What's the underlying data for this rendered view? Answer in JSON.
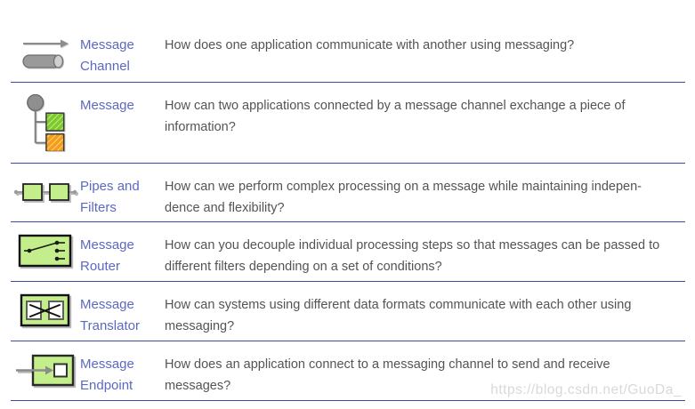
{
  "colors": {
    "divider": "#3e4d9e",
    "link": "#5b69c2",
    "text": "#545454",
    "watermark": "#d9d9d9",
    "icon-green": "#c3ee8b",
    "hatch-green": "#7dc832",
    "hatch-orange": "#f39b1d",
    "icon-gray": "#8f8f8f"
  },
  "watermark": {
    "text": "https://blog.csdn.net/GuoDa_"
  },
  "table": {
    "rows": [
      {
        "icon": "message-channel-icon",
        "name": "Message Channel",
        "description_lines": [
          "How does one application communicate with another using messaging?"
        ]
      },
      {
        "icon": "message-icon",
        "name": "Message",
        "description_lines": [
          "How can two applications connected by a message channel exchange a piece of",
          "information?"
        ]
      },
      {
        "icon": "pipes-and-filters-icon",
        "name": "Pipes and Filters",
        "description_lines": [
          "How can we perform complex processing on a message while maintaining indepen-",
          "dence and flexibility?"
        ]
      },
      {
        "icon": "message-router-icon",
        "name": "Message Router",
        "description_lines": [
          "How can you decouple individual processing steps so that messages can be passed to",
          "different filters depending on a set of conditions?"
        ]
      },
      {
        "icon": "message-translator-icon",
        "name": "Message Translator",
        "description_lines": [
          "How can systems using different data formats communicate with each other using",
          "messaging?"
        ]
      },
      {
        "icon": "message-endpoint-icon",
        "name": "Message Endpoint",
        "description_lines": [
          "How does an application connect to a messaging channel to send and receive",
          "messages?"
        ]
      }
    ]
  }
}
